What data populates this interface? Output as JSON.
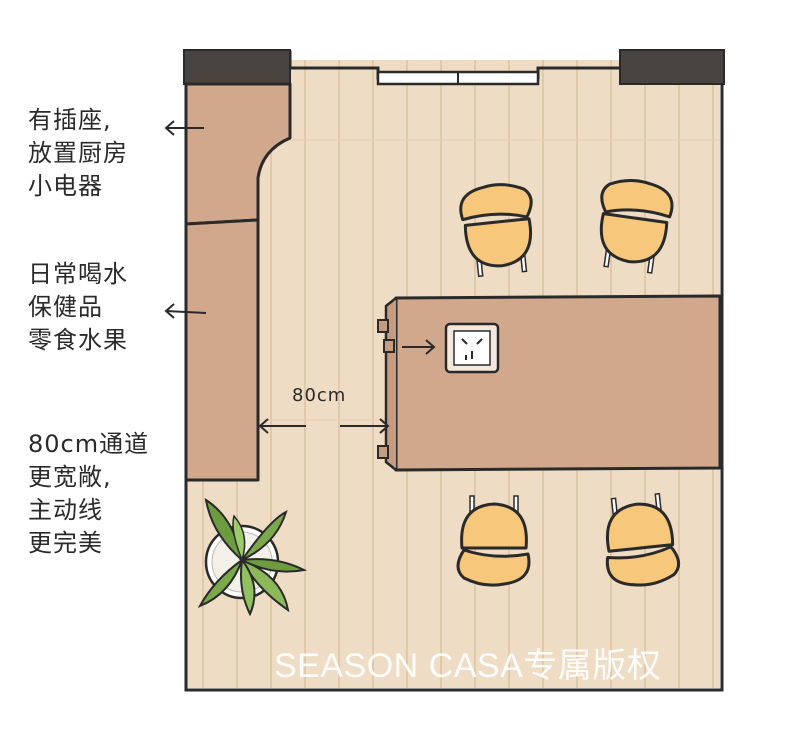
{
  "labels": {
    "outlet_note": [
      "有插座,",
      "放置厨房",
      "小电器"
    ],
    "storage_note": [
      "日常喝水",
      "保健品",
      "零食水果"
    ],
    "aisle_note": [
      "80cm通道",
      "更宽敞,",
      "主动线",
      "更完美"
    ]
  },
  "dimension": "80cm",
  "watermark": "SEASON CASA专属版权",
  "icons": {
    "chairs": [
      "chair-icon",
      "chair-icon",
      "chair-icon",
      "chair-icon"
    ],
    "plant": "potted-plant-icon",
    "outlet": "power-outlet-icon"
  },
  "colors": {
    "floor": "#efdcc4",
    "floor_line": "#d9bf9f",
    "furniture": "#d2a88c",
    "chair": "#f7c77b",
    "wall_dark": "#4a4440",
    "plant_green": "#7aa84a"
  }
}
